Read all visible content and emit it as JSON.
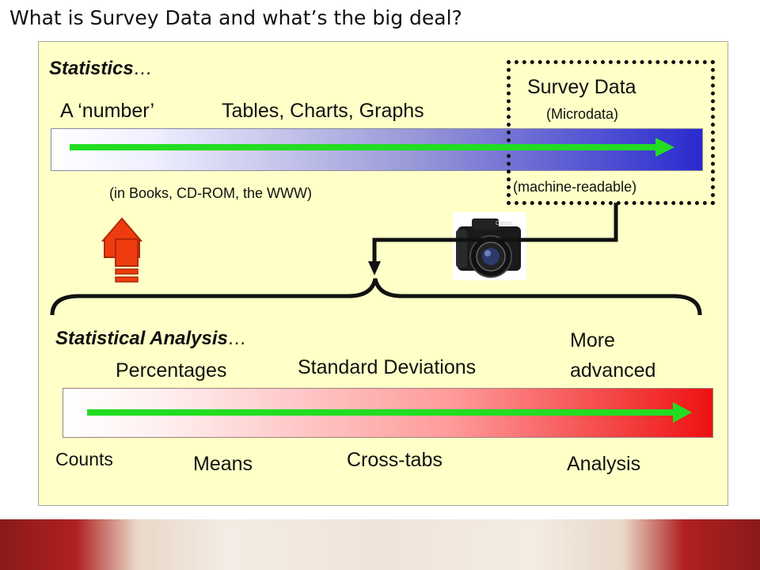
{
  "title": "What is Survey Data and what’s the big deal?",
  "top": {
    "heading": "Statistics",
    "heading_ellipsis": "…",
    "a_number": "A ‘number’",
    "tables": "Tables, Charts, Graphs",
    "survey_data": "Survey Data",
    "microdata": "(Microdata)",
    "in_books": "(in Books, CD-ROM, the WWW)",
    "machine_readable": "(machine-readable)"
  },
  "bottom": {
    "heading": "Statistical Analysis",
    "heading_ellipsis": "…",
    "more": "More",
    "advanced": "advanced",
    "percentages": "Percentages",
    "std_dev": "Standard Deviations",
    "counts": "Counts",
    "means": "Means",
    "crosstabs": "Cross-tabs",
    "analysis": "Analysis"
  },
  "colors": {
    "arrow_green": "#22dd22",
    "up_arrow_red": "#e83a10",
    "panel_bg": "#ffffc8"
  },
  "icons": [
    "camera-icon",
    "up-arrow-icon",
    "brace-icon"
  ]
}
